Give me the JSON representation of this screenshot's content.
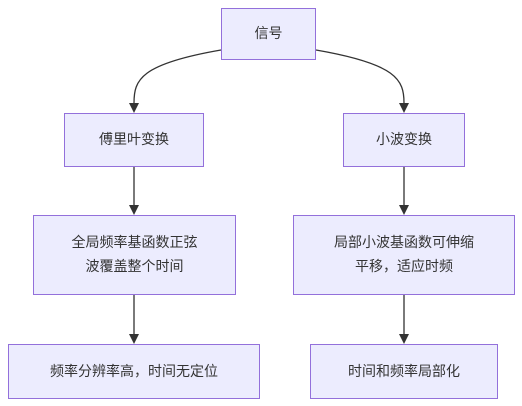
{
  "nodes": {
    "signal": "信号",
    "fourier": "傅里叶变换",
    "wavelet": "小波变换",
    "fourier_desc": "全局频率基函数正弦\n波覆盖整个时间",
    "wavelet_desc": "局部小波基函数可伸缩\n平移，适应时频",
    "fourier_result": "频率分辨率高，时间无定位",
    "wavelet_result": "时间和频率局部化"
  },
  "colors": {
    "node_fill": "#ececfe",
    "node_border": "#9370db",
    "edge": "#333333",
    "text": "#333333"
  }
}
